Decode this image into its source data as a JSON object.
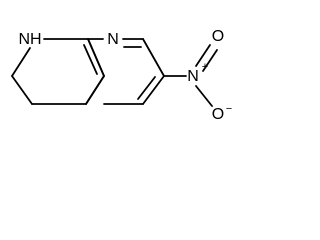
{
  "molecule": {
    "atoms": {
      "pyridine_nitrogen": "N",
      "ring_nh": "NH",
      "nitro_nitrogen": "N",
      "nitro_oxygen_top": "O",
      "nitro_oxygen_bottom": "O",
      "nitro_n_charge": "+",
      "nitro_o_charge": "−"
    }
  },
  "colors": {
    "ink": "#000000",
    "background": "#ffffff"
  }
}
